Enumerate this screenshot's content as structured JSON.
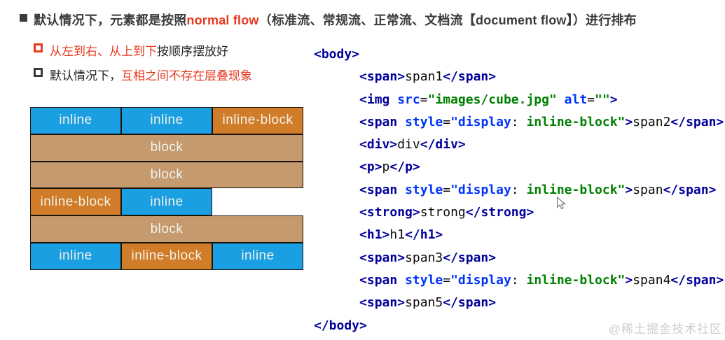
{
  "title": {
    "prefix": "默认情况下，元素都是按照",
    "highlight": "normal flow",
    "suffix": "（标准流、常规流、正常流、文档流【document flow】）进行排布"
  },
  "bullets": [
    {
      "bullet_color": "red-sq",
      "segments": [
        {
          "text": "从左到右、从上到下",
          "color": "red"
        },
        {
          "text": "按顺序摆放好",
          "color": "dark"
        }
      ]
    },
    {
      "bullet_color": "dark-sq",
      "segments": [
        {
          "text": "默认情况下，",
          "color": "dark"
        },
        {
          "text": "互相之间不存在层叠现象",
          "color": "red"
        }
      ]
    }
  ],
  "diagram": {
    "colors": {
      "inline": "#1a9fe2",
      "inline_block": "#d07c29",
      "block": "#c49a6e",
      "border": "#1a1208",
      "label": "#f2f2ea"
    },
    "rows": [
      {
        "cells": [
          {
            "label": "inline",
            "kind": "inline",
            "span": 1
          },
          {
            "label": "inline",
            "kind": "inline",
            "span": 1
          },
          {
            "label": "inline-block",
            "kind": "inline-block",
            "span": 1
          }
        ]
      },
      {
        "cells": [
          {
            "label": "block",
            "kind": "block",
            "span": 3
          }
        ]
      },
      {
        "cells": [
          {
            "label": "block",
            "kind": "block",
            "span": 3
          }
        ]
      },
      {
        "cells": [
          {
            "label": "inline-block",
            "kind": "inline-block",
            "span": 1
          },
          {
            "label": "inline",
            "kind": "inline",
            "span": 1
          }
        ]
      },
      {
        "cells": [
          {
            "label": "block",
            "kind": "block",
            "span": 3
          }
        ]
      },
      {
        "cells": [
          {
            "label": "inline",
            "kind": "inline",
            "span": 1
          },
          {
            "label": "inline-block",
            "kind": "inline-block",
            "span": 1
          },
          {
            "label": "inline",
            "kind": "inline",
            "span": 1
          }
        ]
      }
    ]
  },
  "code": {
    "token_colors": {
      "tag": "#00009c",
      "attr": "#0033ff",
      "string": "#008000",
      "plain": "#0a0a0a"
    },
    "lines": [
      [
        {
          "t": "<body>",
          "c": "tag"
        }
      ],
      [
        {
          "t": "      ",
          "c": "plain"
        },
        {
          "t": "<span>",
          "c": "tag"
        },
        {
          "t": "span1",
          "c": "plain"
        },
        {
          "t": "</span>",
          "c": "tag"
        }
      ],
      [
        {
          "t": "      ",
          "c": "plain"
        },
        {
          "t": "<img ",
          "c": "tag"
        },
        {
          "t": "src",
          "c": "attr"
        },
        {
          "t": "=",
          "c": "plain"
        },
        {
          "t": "\"images/cube.jpg\"",
          "c": "str"
        },
        {
          "t": " ",
          "c": "plain"
        },
        {
          "t": "alt",
          "c": "attr"
        },
        {
          "t": "=",
          "c": "plain"
        },
        {
          "t": "\"\"",
          "c": "str"
        },
        {
          "t": ">",
          "c": "tag"
        }
      ],
      [
        {
          "t": "      ",
          "c": "plain"
        },
        {
          "t": "<span ",
          "c": "tag"
        },
        {
          "t": "style",
          "c": "attr"
        },
        {
          "t": "=",
          "c": "plain"
        },
        {
          "t": "\"display",
          "c": "attr"
        },
        {
          "t": ": ",
          "c": "plain"
        },
        {
          "t": "inline-block\"",
          "c": "str"
        },
        {
          "t": ">",
          "c": "tag"
        },
        {
          "t": "span2",
          "c": "plain"
        },
        {
          "t": "</span>",
          "c": "tag"
        }
      ],
      [
        {
          "t": "      ",
          "c": "plain"
        },
        {
          "t": "<div>",
          "c": "tag"
        },
        {
          "t": "div",
          "c": "plain"
        },
        {
          "t": "</div>",
          "c": "tag"
        }
      ],
      [
        {
          "t": "      ",
          "c": "plain"
        },
        {
          "t": "<p>",
          "c": "tag"
        },
        {
          "t": "p",
          "c": "plain"
        },
        {
          "t": "</p>",
          "c": "tag"
        }
      ],
      [
        {
          "t": "      ",
          "c": "plain"
        },
        {
          "t": "<span ",
          "c": "tag"
        },
        {
          "t": "style",
          "c": "attr"
        },
        {
          "t": "=",
          "c": "plain"
        },
        {
          "t": "\"display",
          "c": "attr"
        },
        {
          "t": ": ",
          "c": "plain"
        },
        {
          "t": "inline-block\"",
          "c": "str"
        },
        {
          "t": ">",
          "c": "tag"
        },
        {
          "t": "span",
          "c": "plain"
        },
        {
          "t": "</span>",
          "c": "tag"
        }
      ],
      [
        {
          "t": "      ",
          "c": "plain"
        },
        {
          "t": "<strong>",
          "c": "tag"
        },
        {
          "t": "strong",
          "c": "plain"
        },
        {
          "t": "</strong>",
          "c": "tag"
        }
      ],
      [
        {
          "t": "      ",
          "c": "plain"
        },
        {
          "t": "<h1>",
          "c": "tag"
        },
        {
          "t": "h1",
          "c": "plain"
        },
        {
          "t": "</h1>",
          "c": "tag"
        }
      ],
      [
        {
          "t": "      ",
          "c": "plain"
        },
        {
          "t": "<span>",
          "c": "tag"
        },
        {
          "t": "span3",
          "c": "plain"
        },
        {
          "t": "</span>",
          "c": "tag"
        }
      ],
      [
        {
          "t": "      ",
          "c": "plain"
        },
        {
          "t": "<span ",
          "c": "tag"
        },
        {
          "t": "style",
          "c": "attr"
        },
        {
          "t": "=",
          "c": "plain"
        },
        {
          "t": "\"display",
          "c": "attr"
        },
        {
          "t": ": ",
          "c": "plain"
        },
        {
          "t": "inline-block\"",
          "c": "str"
        },
        {
          "t": ">",
          "c": "tag"
        },
        {
          "t": "span4",
          "c": "plain"
        },
        {
          "t": "</span>",
          "c": "tag"
        }
      ],
      [
        {
          "t": "      ",
          "c": "plain"
        },
        {
          "t": "<span>",
          "c": "tag"
        },
        {
          "t": "span5",
          "c": "plain"
        },
        {
          "t": "</span>",
          "c": "tag"
        }
      ],
      [
        {
          "t": "</body>",
          "c": "tag"
        }
      ]
    ]
  },
  "watermark": "@稀土掘金技术社区",
  "colors": {
    "accent_red": "#e8391f",
    "text_dark": "#3b3b3b",
    "background": "#ffffff"
  }
}
